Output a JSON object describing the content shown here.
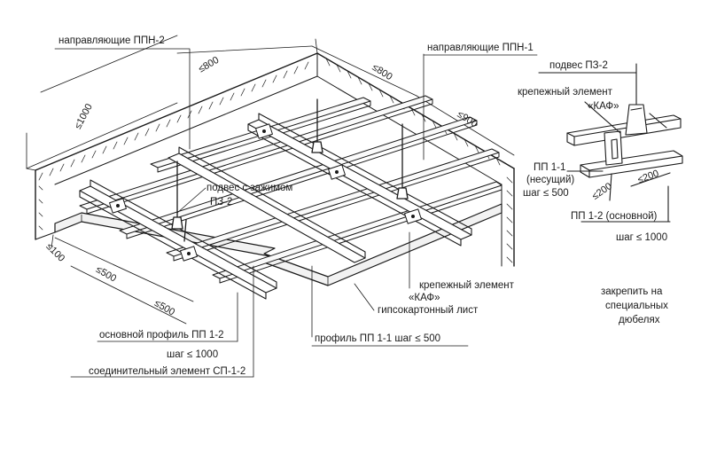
{
  "labels": {
    "guide_ppn2": "направляющие  ППН-2",
    "guide_ppn1": "направляющие ППН-1",
    "hanger_pz2": "подвес ПЗ-2",
    "fastener_top": "крепежный элемент",
    "kaf_top": "«КАФ»",
    "pp11_bearing_1": "ПП 1-1",
    "pp11_bearing_2": "(несущий)",
    "step_500_top": "шаг ≤ 500",
    "pp12_main_right": "ПП 1-2 (основной)",
    "step_1000_right": "шаг ≤ 1000",
    "hanger_clamp_1": "подвес с зажимом",
    "hanger_clamp_2": "ПЗ-2",
    "fastener_mid": "крепежный элемент",
    "kaf_mid": "«КАФ»",
    "gypsum_sheet": "гипсокартонный лист",
    "fix_note_1": "закрепить на",
    "fix_note_2": "специальных",
    "fix_note_3": "дюбелях",
    "main_profile": "основной профиль ПП 1-2",
    "step_1000_left": "шаг ≤ 1000",
    "profile_pp11": "профиль ПП 1-1 шаг ≤ 500",
    "connector": "соединительный элемент СП-1-2"
  },
  "dimensions": {
    "d1000": "≤1000",
    "d800_left": "≤800",
    "d800_right": "≤800",
    "d900": "≤900",
    "d100": "≤100",
    "d500_a": "≤500",
    "d500_b": "≤500",
    "d200_a": "≤200",
    "d200_b": "≤200"
  },
  "colors": {
    "ink": "#1a1a1a",
    "paper": "#ffffff"
  }
}
